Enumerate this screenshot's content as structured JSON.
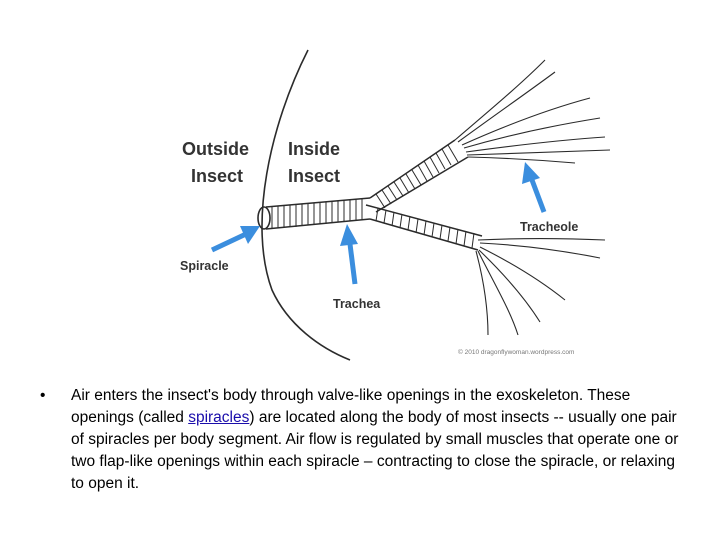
{
  "diagram": {
    "labels": {
      "outside": "Outside",
      "outside_insect": "Insect",
      "inside": "Inside",
      "inside_insect": "Insect",
      "tracheole": "Tracheole",
      "spiracle": "Spiracle",
      "trachea": "Trachea"
    },
    "credit": "© 2010 dragonflywoman.wordpress.com",
    "colors": {
      "arrow": "#3b8ede",
      "line": "#2b2b2b",
      "text": "#333333"
    }
  },
  "body_text": {
    "bullet": "•",
    "before_link": "Air enters the insect's body through valve-like openings in the exoskeleton. These openings (called ",
    "link": "spiracles",
    "after_link": ") are located along the body of most insects -- usually one pair of spiracles per body segment.   Air flow is regulated by small muscles that operate one or two flap-like openings within each spiracle – contracting to close the spiracle, or relaxing to open it."
  }
}
